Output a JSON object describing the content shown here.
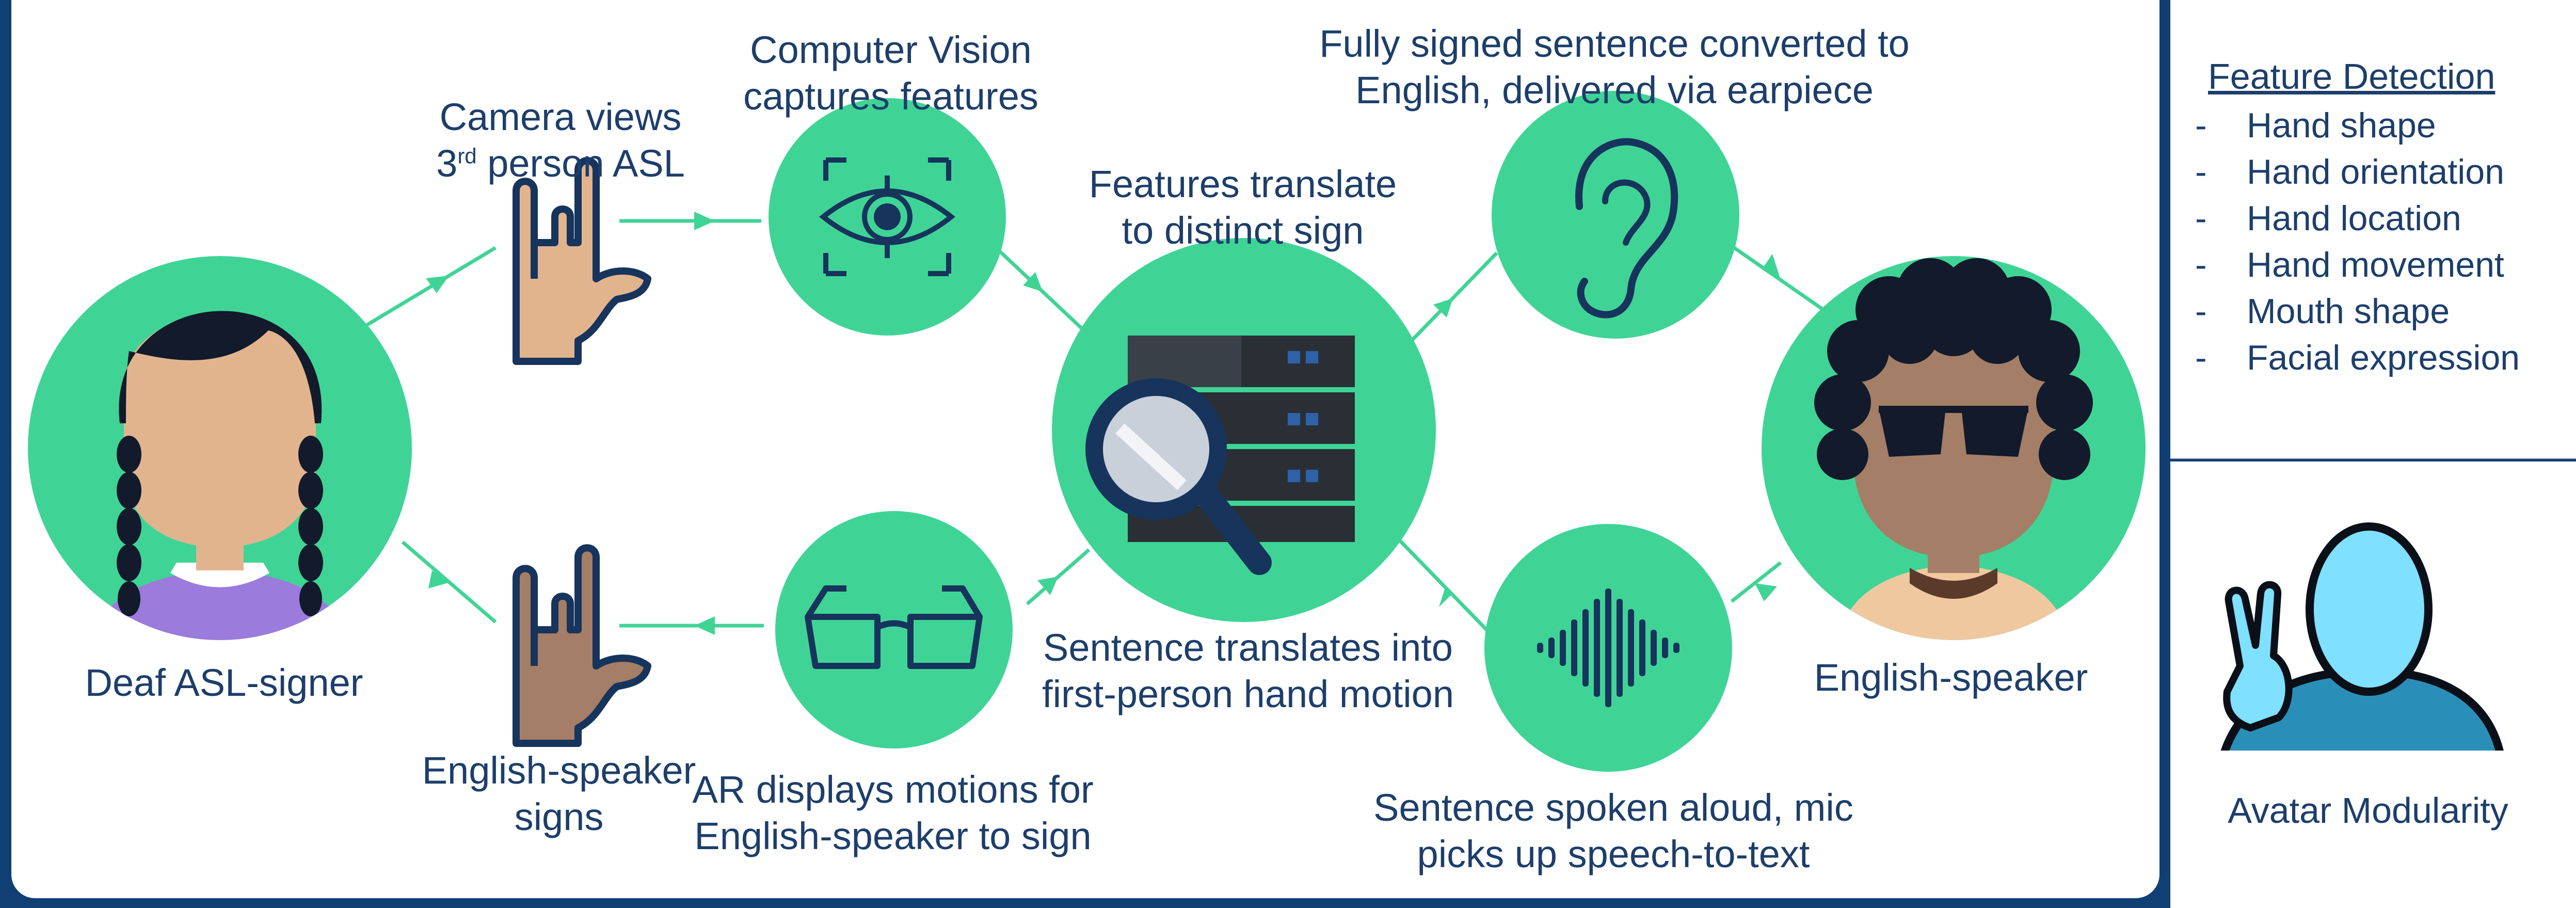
{
  "colors": {
    "background": "#0f3f73",
    "circle": "#3fd496",
    "navy": "#16345c",
    "text": "#1d3e6b",
    "arrow": "#3fd496"
  },
  "nodes": {
    "deaf_signer": {
      "label": "Deaf ASL-signer",
      "icon": "deaf-signer-avatar"
    },
    "camera": {
      "line1": "Camera views",
      "line2_prefix": "3",
      "line2_sup": "rd",
      "line2_suffix": " person ASL",
      "icon": "rock-hand-light-icon"
    },
    "computer_vision": {
      "line1": "Computer Vision",
      "line2": "captures features",
      "icon": "eye-scan-icon"
    },
    "features": {
      "line1": "Features translate",
      "line2": "to distinct sign",
      "icon": "server-search-icon"
    },
    "converted": {
      "line1": "Fully signed sentence converted to",
      "line2": "English, delivered via earpiece",
      "icon": "ear-icon"
    },
    "english_speaker": {
      "label": "English-speaker",
      "icon": "english-speaker-avatar"
    },
    "spoken": {
      "line1": "Sentence spoken aloud, mic",
      "line2": "picks up speech-to-text",
      "icon": "sound-wave-icon"
    },
    "hand_motion": {
      "line1": "Sentence translates into",
      "line2": "first-person hand motion"
    },
    "ar": {
      "line1": "AR displays motions for",
      "line2": "English-speaker to sign",
      "icon": "smart-glasses-icon"
    },
    "speaker_signs": {
      "line1": "English-speaker",
      "line2": "signs",
      "icon": "rock-hand-dark-icon"
    }
  },
  "feature_detection": {
    "title": "Feature Detection",
    "items": [
      "Hand shape",
      "Hand orientation",
      "Hand location",
      "Hand movement",
      "Mouth shape",
      "Facial expression"
    ]
  },
  "avatar": {
    "title": "Avatar Modularity",
    "icon": "avatar-peace-icon"
  }
}
